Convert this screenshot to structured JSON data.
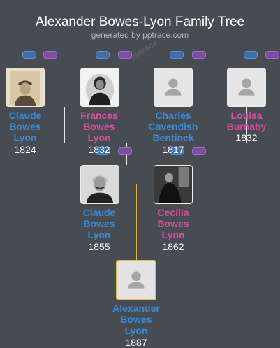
{
  "header": {
    "title": "Alexander Bowes-Lyon Family Tree",
    "subtitle": "generated by pptrace.com",
    "watermark": "pptrace"
  },
  "colors": {
    "background": "#474c53",
    "male": "#3a8ad6",
    "female": "#d94ca4",
    "connector": "#e6e6e6",
    "focus_connector": "#e1b340",
    "paternal_pill": "#3f6fa6",
    "maternal_pill": "#7a4fa0"
  },
  "people": {
    "claude_sr": {
      "name_lines": [
        "Claude",
        "Bowes",
        "Lyon"
      ],
      "year": "1824",
      "gender": "male",
      "photo": "sepia-portrait"
    },
    "frances": {
      "name_lines": [
        "Frances",
        "Bowes",
        "Lyon"
      ],
      "year": "1832",
      "gender": "female",
      "photo": "bw-portrait-woman"
    },
    "charles": {
      "name_lines": [
        "Charles",
        "Cavendish",
        "Bentinck"
      ],
      "year": "1817",
      "gender": "male",
      "photo": "placeholder-person-icon"
    },
    "louisa": {
      "name_lines": [
        "Louisa",
        "Burnaby"
      ],
      "year": "1832",
      "gender": "female",
      "photo": "placeholder-person-icon"
    },
    "claude_jr": {
      "name_lines": [
        "Claude",
        "Bowes",
        "Lyon"
      ],
      "year": "1855",
      "gender": "male",
      "photo": "bw-portrait-man"
    },
    "cecilia": {
      "name_lines": [
        "Cecilia",
        "Bowes",
        "Lyon"
      ],
      "year": "1862",
      "gender": "female",
      "photo": "bw-portrait-woman-dark"
    },
    "alexander": {
      "name_lines": [
        "Alexander",
        "Bowes",
        "Lyon"
      ],
      "year": "1887",
      "gender": "male",
      "photo": "placeholder-person-icon",
      "focus": true
    }
  }
}
